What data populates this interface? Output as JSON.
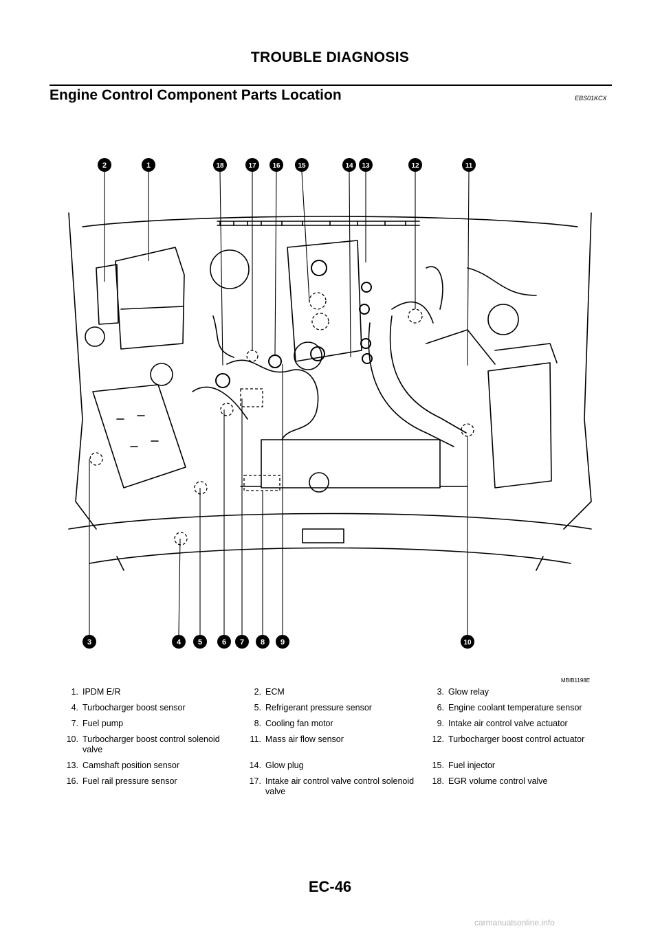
{
  "header": {
    "title": "TROUBLE DIAGNOSIS"
  },
  "section": {
    "title": "Engine Control Component Parts Location",
    "ref_code": "EBS01KCX"
  },
  "figure": {
    "id": "MBIB1198E",
    "top_callouts": [
      "2",
      "1",
      "18",
      "17",
      "16",
      "15",
      "14",
      "13",
      "12",
      "11"
    ],
    "bottom_callouts": [
      "3",
      "4",
      "5",
      "6",
      "7",
      "8",
      "9",
      "10"
    ]
  },
  "legend": [
    {
      "num": "1.",
      "label": "IPDM E/R"
    },
    {
      "num": "2.",
      "label": "ECM"
    },
    {
      "num": "3.",
      "label": "Glow relay"
    },
    {
      "num": "4.",
      "label": "Turbocharger boost sensor"
    },
    {
      "num": "5.",
      "label": "Refrigerant pressure sensor"
    },
    {
      "num": "6.",
      "label": "Engine coolant temperature sensor"
    },
    {
      "num": "7.",
      "label": "Fuel pump"
    },
    {
      "num": "8.",
      "label": "Cooling fan motor"
    },
    {
      "num": "9.",
      "label": "Intake air control valve actuator"
    },
    {
      "num": "10.",
      "label": "Turbocharger boost control solenoid valve"
    },
    {
      "num": "11.",
      "label": "Mass air flow sensor"
    },
    {
      "num": "12.",
      "label": "Turbocharger boost control actuator"
    },
    {
      "num": "13.",
      "label": "Camshaft position sensor"
    },
    {
      "num": "14.",
      "label": "Glow plug"
    },
    {
      "num": "15.",
      "label": "Fuel injector"
    },
    {
      "num": "16.",
      "label": "Fuel rail pressure sensor"
    },
    {
      "num": "17.",
      "label": "Intake air control valve control solenoid valve"
    },
    {
      "num": "18.",
      "label": "EGR volume control valve"
    }
  ],
  "footer": {
    "page_number": "EC-46",
    "watermark": "carmanualsonline.info"
  }
}
